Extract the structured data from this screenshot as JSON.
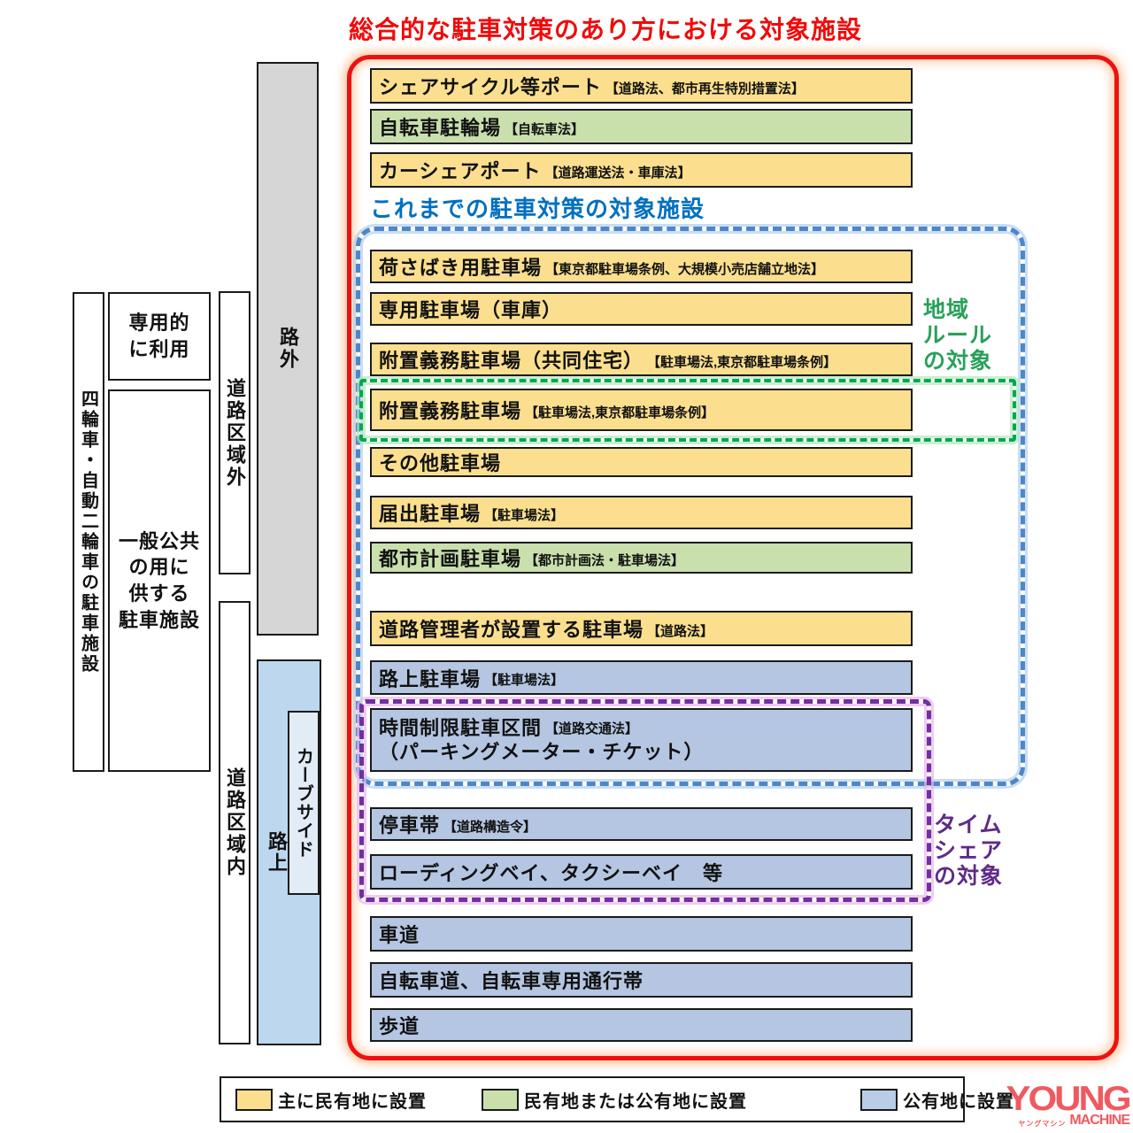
{
  "title": "総合的な駐車対策のあり方における対象施設",
  "subtitle": "これまでの駐車対策の対象施設",
  "columns": {
    "vehicle": {
      "label": "四輪車・自動二輪車の駐車施設"
    },
    "exclusive": {
      "lines": [
        "専用的",
        "に利用"
      ]
    },
    "public": {
      "lines": [
        "一般公共",
        "の用に",
        "供する",
        "駐車施設"
      ]
    },
    "outside_road_area": {
      "label": "道路区域外"
    },
    "inside_road_area": {
      "label": "道路区域内"
    },
    "off_street": {
      "label": "路外"
    },
    "on_street": {
      "label": "路上"
    },
    "curbside": {
      "label": "カーブサイド"
    }
  },
  "bars": [
    {
      "label": "シェアサイクル等ポート",
      "law": "【道路法、都市再生特別措置法】",
      "color": "yellow"
    },
    {
      "label": "自転車駐輪場",
      "law": "【自転車法】",
      "color": "green"
    },
    {
      "label": "カーシェアポート",
      "law": "【道路運送法・車庫法】",
      "color": "yellow"
    },
    {
      "label": "荷さばき用駐車場",
      "law": "【東京都駐車場条例、大規模小売店舗立地法】",
      "color": "yellow"
    },
    {
      "label": "専用駐車場（車庫）",
      "law": "",
      "color": "yellow"
    },
    {
      "label": "附置義務駐車場（共同住宅）",
      "law": "【駐車場法,東京都駐車場条例】",
      "color": "yellow"
    },
    {
      "label": "附置義務駐車場",
      "law": "【駐車場法,東京都駐車場条例】",
      "color": "yellow"
    },
    {
      "label": "その他駐車場",
      "law": "",
      "color": "yellow"
    },
    {
      "label": "届出駐車場",
      "law": "【駐車場法】",
      "color": "yellow"
    },
    {
      "label": "都市計画駐車場",
      "law": "【都市計画法・駐車場法】",
      "color": "green"
    },
    {
      "label": "道路管理者が設置する駐車場",
      "law": "【道路法】",
      "color": "yellow"
    },
    {
      "label": "路上駐車場",
      "law": "【駐車場法】",
      "color": "blue"
    },
    {
      "label": "時間制限駐車区間",
      "law": "【道路交通法】",
      "label2": "（パーキングメーター・チケット）",
      "color": "blue"
    },
    {
      "label": "停車帯",
      "law": "【道路構造令】",
      "color": "blue"
    },
    {
      "label": "ローディングベイ、タクシーベイ　等",
      "law": "",
      "color": "blue"
    },
    {
      "label": "車道",
      "law": "",
      "color": "blue"
    },
    {
      "label": "自転車道、自転車専用通行帯",
      "law": "",
      "color": "blue"
    },
    {
      "label": "歩道",
      "law": "",
      "color": "blue"
    }
  ],
  "annotations": {
    "regional_rule": {
      "lines": [
        "地域",
        "ルール",
        "の対象"
      ],
      "color": "#2aa05a"
    },
    "time_share": {
      "lines": [
        "タイム",
        "シェア",
        "の対象"
      ],
      "color": "#5f2b87"
    }
  },
  "legend": {
    "items": [
      {
        "label": "主に民有地に設置",
        "color": "#fbdf8e"
      },
      {
        "label": "民有地または公有地に設置",
        "color": "#c9e0ad"
      },
      {
        "label": "公有地に設置",
        "color": "#b9cde7"
      }
    ]
  },
  "logo": {
    "top": "YOUNG",
    "kana": "ヤングマシン",
    "bottom": "MACHINE",
    "color": "#ef5a61"
  },
  "palette": {
    "title_red": "#f00a0a",
    "subtitle_blue": "#0070c0",
    "frame_red": "#ee1111",
    "dash_blue": "#4f86c6",
    "dash_green": "#00a851",
    "dash_purple": "#7030a0",
    "bar_yellow": "#fbdf8e",
    "bar_green": "#c9e0ad",
    "bar_blue": "#b5c6e2",
    "area_gray": "#d6d6d6",
    "area_lightblue": "#bdd7ee"
  }
}
